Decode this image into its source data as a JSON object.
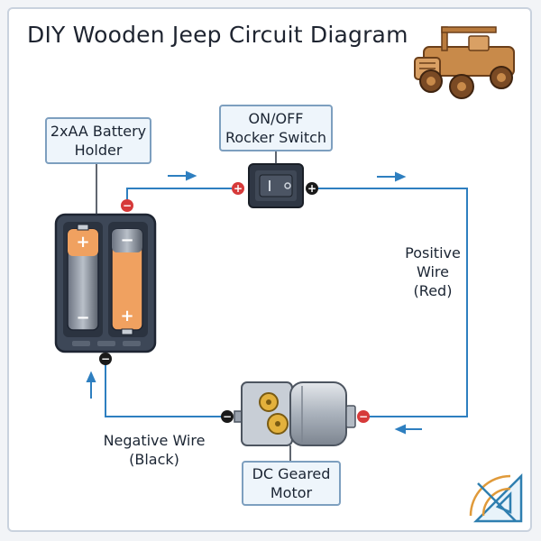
{
  "title": "DIY Wooden Jeep Circuit Diagram",
  "battery_label": {
    "line1": "2xAA Battery",
    "line2": "Holder"
  },
  "switch_label": {
    "line1": "ON/OFF",
    "line2": "Rocker Switch"
  },
  "motor_label": {
    "line1": "DC Geared",
    "line2": "Motor"
  },
  "positive_wire": {
    "line1": "Positive",
    "line2": "Wire",
    "line3": "(Red)"
  },
  "negative_wire": {
    "line1": "Negative Wire",
    "line2": "(Black)"
  },
  "terminal_symbols": {
    "plus": "+",
    "minus": "−"
  },
  "colors": {
    "wire": "#2e7fc0",
    "plus_terminal": "#d63a3a",
    "minus_terminal": "#1a1a1a",
    "battery_orange": "#f0a160",
    "wood": "#c88a4a"
  },
  "icons": [
    "jeep-icon",
    "drafting-tools-icon",
    "battery-holder-icon",
    "rocker-switch-icon",
    "dc-motor-icon"
  ]
}
